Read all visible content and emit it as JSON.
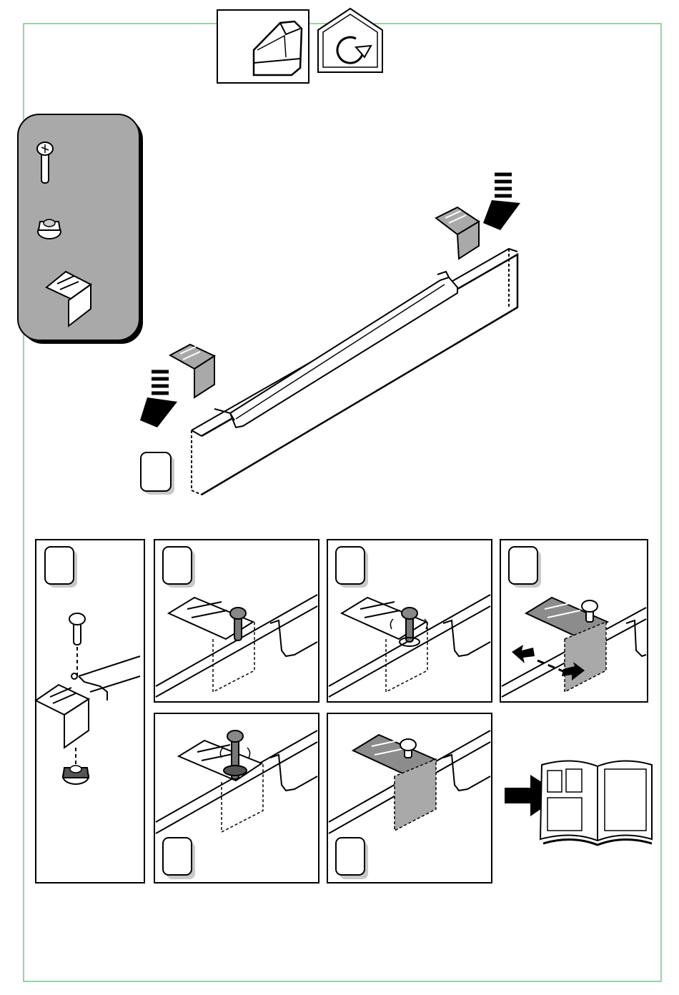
{
  "page": {
    "title": "",
    "border_color": "#3aa05a",
    "parts_panel_color": "#a9a9a9",
    "shade_color": "#8c8c8c"
  },
  "header_icons": [
    {
      "name": "hood-cover-icon"
    },
    {
      "name": "rotate-house-icon"
    }
  ],
  "parts_list": [
    {
      "name": "screw-icon"
    },
    {
      "name": "flange-nut-icon"
    },
    {
      "name": "angle-bracket-icon"
    }
  ],
  "main_step": {
    "step_number": "",
    "description_icons": [
      "down-arrow-icon",
      "down-arrow-icon"
    ]
  },
  "detail_steps": [
    {
      "id": "a",
      "number": ""
    },
    {
      "id": "b",
      "number": ""
    },
    {
      "id": "c",
      "number": ""
    },
    {
      "id": "d",
      "number": ""
    },
    {
      "id": "e",
      "number": ""
    },
    {
      "id": "f",
      "number": ""
    }
  ],
  "manual_reference": {
    "icon": "manual-book-icon",
    "arrow": "right-arrow-icon"
  }
}
